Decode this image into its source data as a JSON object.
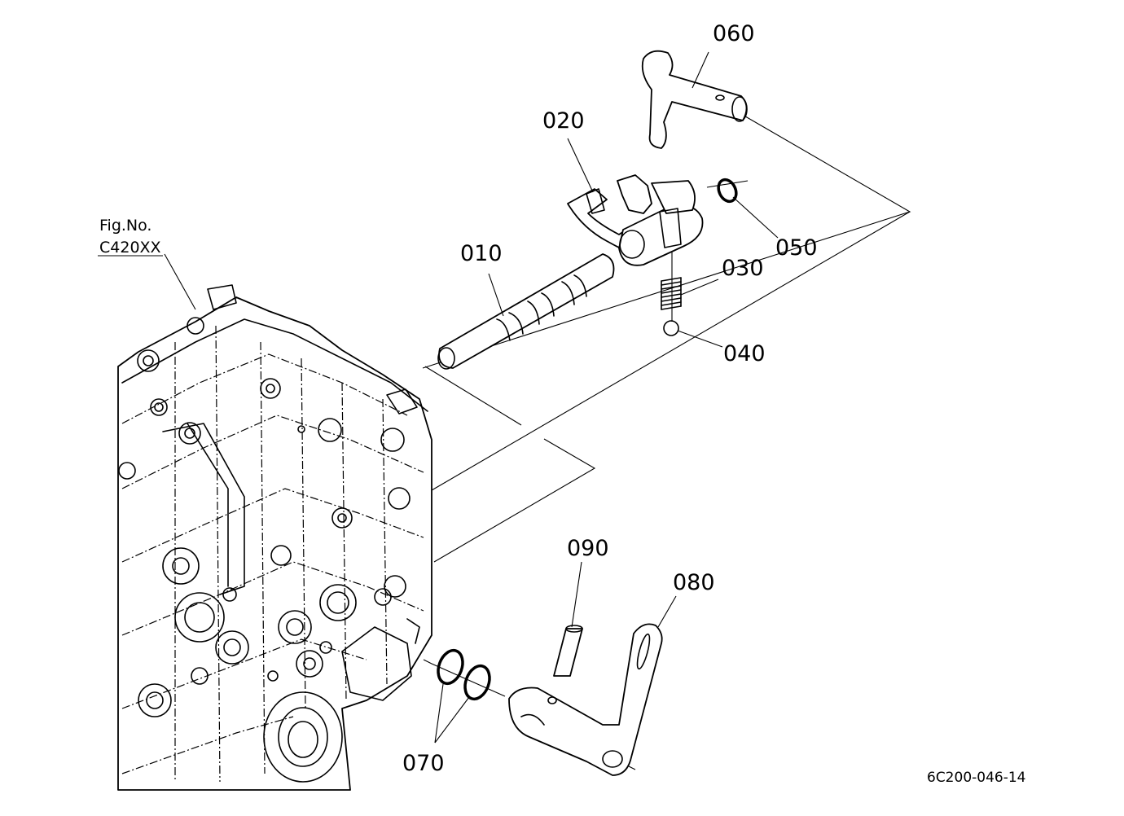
{
  "figure_ref": {
    "line1": "Fig.No.",
    "line2": "C420XX"
  },
  "part_labels": {
    "p010": "010",
    "p020": "020",
    "p030": "030",
    "p040": "040",
    "p050": "050",
    "p060": "060",
    "p070": "070",
    "p080": "080",
    "p090": "090"
  },
  "diagram_code": "6C200-046-14"
}
